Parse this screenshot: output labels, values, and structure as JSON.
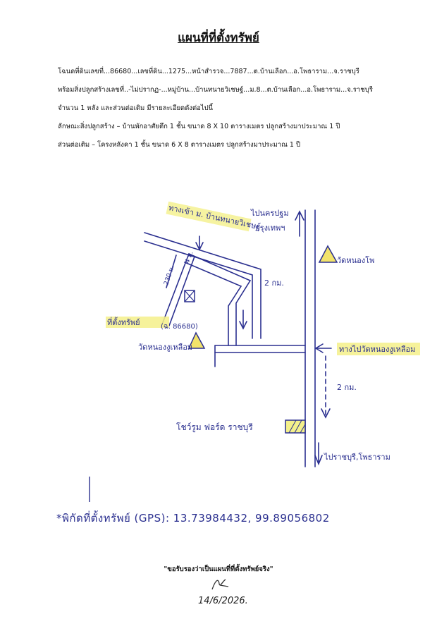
{
  "title": "แผนที่ที่ตั้งทรัพย์",
  "lines": [
    "โฉนดที่ดินเลขที่...86680...เลขที่ดิน...1275...หน้าสำรวจ...7887...ต.บ้านเลือก...อ.โพธาราม...จ.ราชบุรี",
    "พร้อมสิ่งปลูกสร้างเลขที่..-ไม่ปรากฏ-...หมู่บ้าน...บ้านทนายวิเชษฐ์...ม.8...ต.บ้านเลือก...อ.โพธาราม...จ.ราชบุรี",
    "จำนวน 1 หลัง และส่วนต่อเติม มีรายละเอียดดังต่อไปนี้",
    "ลักษณะสิ่งปลูกสร้าง – บ้านพักอาศัยตึก 1 ชั้น ขนาด 8 X 10 ตารางเมตร ปลูกสร้างมาประมาณ 1 ปี",
    "ส่วนต่อเติม – โครงหลังคา 1 ชั้น ขนาด 6 X 8 ตารางเมตร ปลูกสร้างมาประมาณ 1 ปี"
  ],
  "map": {
    "to_nakhon_pathom": "ไปนครปฐม",
    "to_bangkok": "กรุงเทพฯ",
    "entrance_label": "ทางเข้า ม. บ้านทนายวิเชษฐ์",
    "width_label": "4 ม.",
    "depth_label": "230 ม.",
    "distance_1": "2 กม.",
    "property_label": "ที่ตั้งทรัพย์",
    "deed_label": "(ฉ. 86680)",
    "temple_nong_ngu": "วัดหนองงูเหลือม",
    "temple_nong_pho": "วัดหนองโพ",
    "to_temple_label": "ทางไปวัดหนองงูเหลือม",
    "distance_2": "2 กม.",
    "showroom_label": "โชว์รูม ฟอร์ด ราชบุรี",
    "to_ratchaburi": "ไปราชบุรี,โพธาราม"
  },
  "gps": {
    "label": "*พิกัดที่ตั้งทรัพย์ (GPS):",
    "value": "13.73984432, 99.89056802"
  },
  "certification": "\"ขอรับรองว่าเป็นแผนที่ที่ตั้งทรัพย์จริง\"",
  "date": "14/6/2026.",
  "colors": {
    "ink": "#2a2f8f",
    "highlight": "#f4f08a",
    "temple_fill": "#f2e36b"
  }
}
